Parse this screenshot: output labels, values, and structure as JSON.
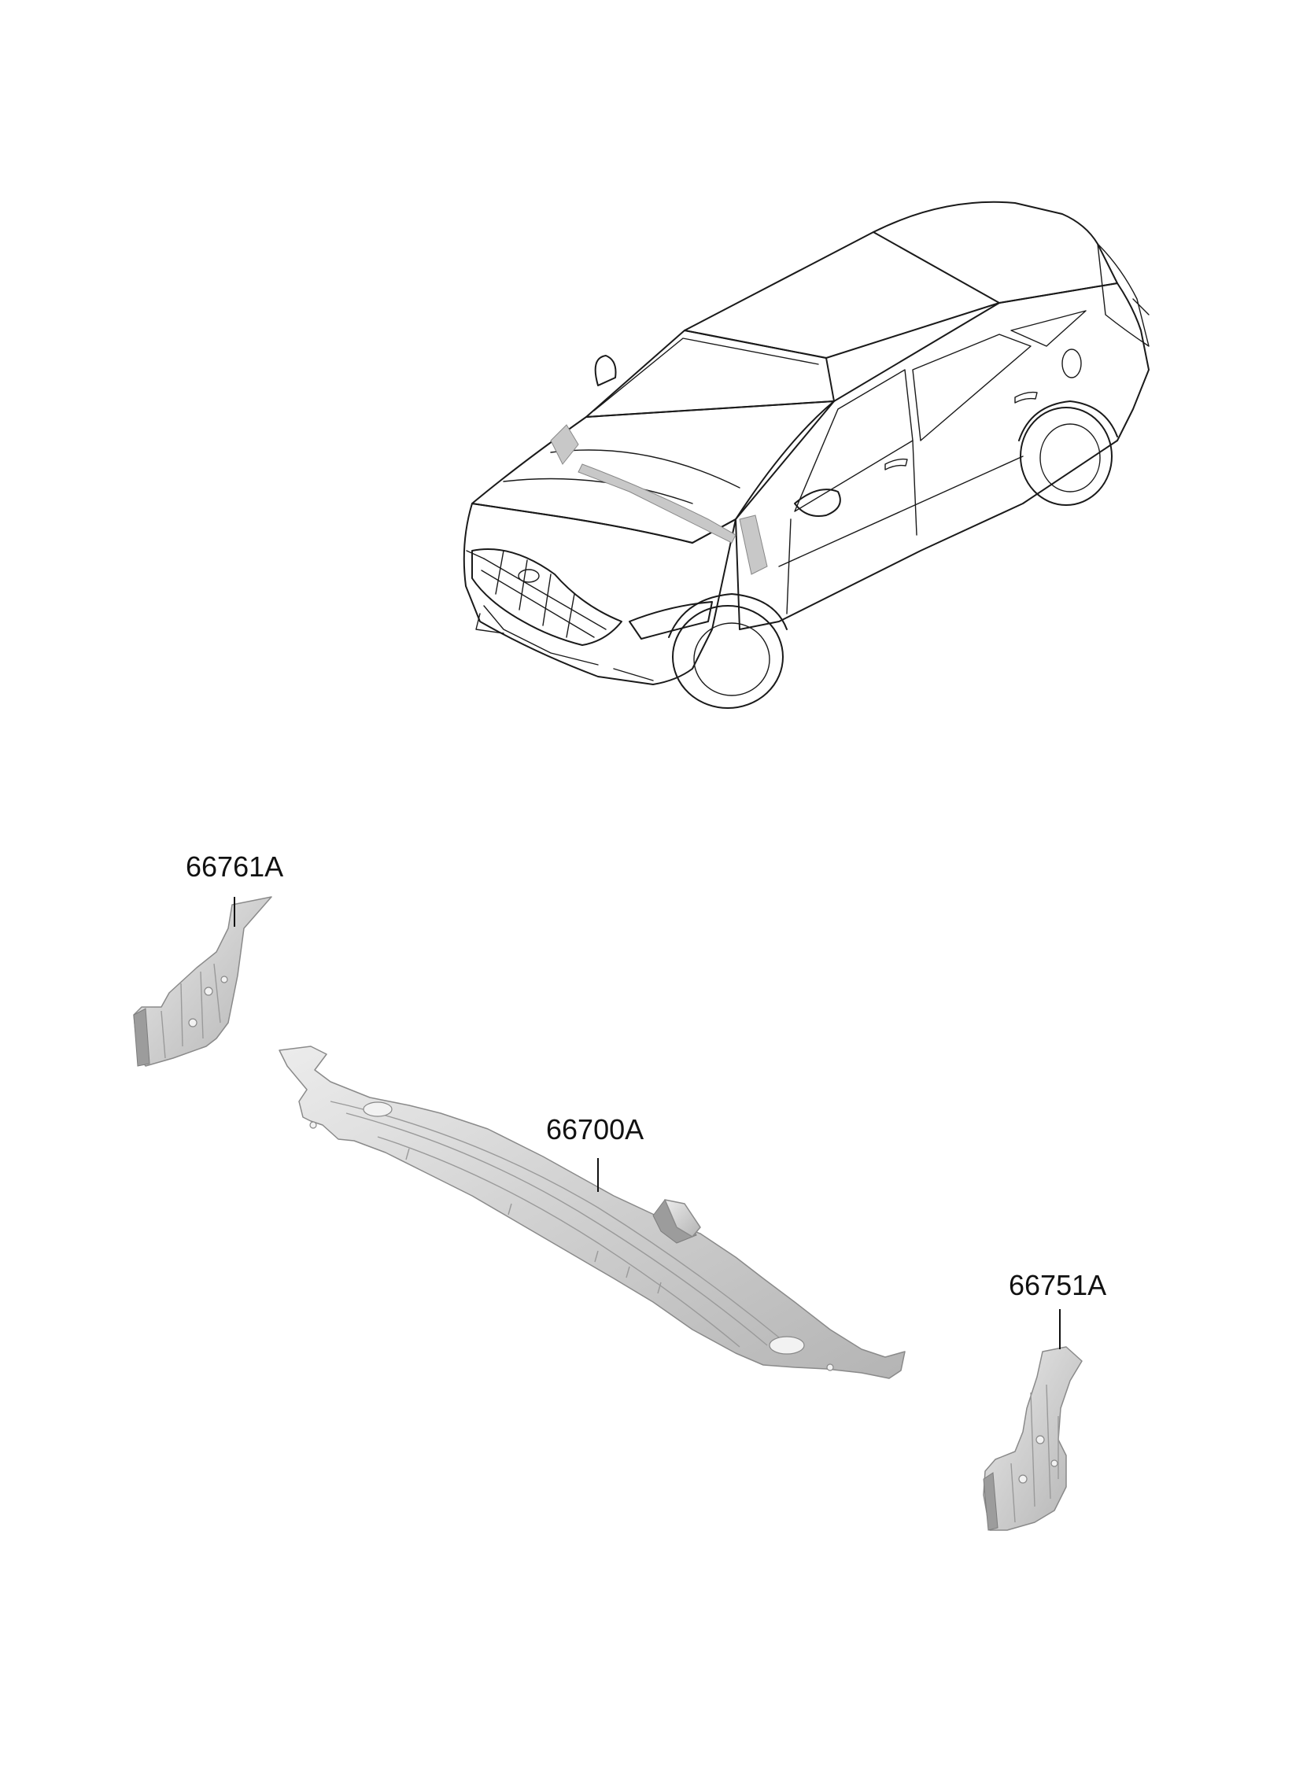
{
  "parts": [
    {
      "id": "66761A",
      "label": "66761A"
    },
    {
      "id": "66700A",
      "label": "66700A"
    },
    {
      "id": "66751A",
      "label": "66751A"
    }
  ],
  "colors": {
    "line": "#1a1a1a",
    "part_light": "#e0e0e0",
    "part_dark": "#a8a8a8",
    "background": "#ffffff"
  },
  "icons": {
    "vehicle": "sedan-outline-icon",
    "emblem": "brand-emblem-icon"
  }
}
